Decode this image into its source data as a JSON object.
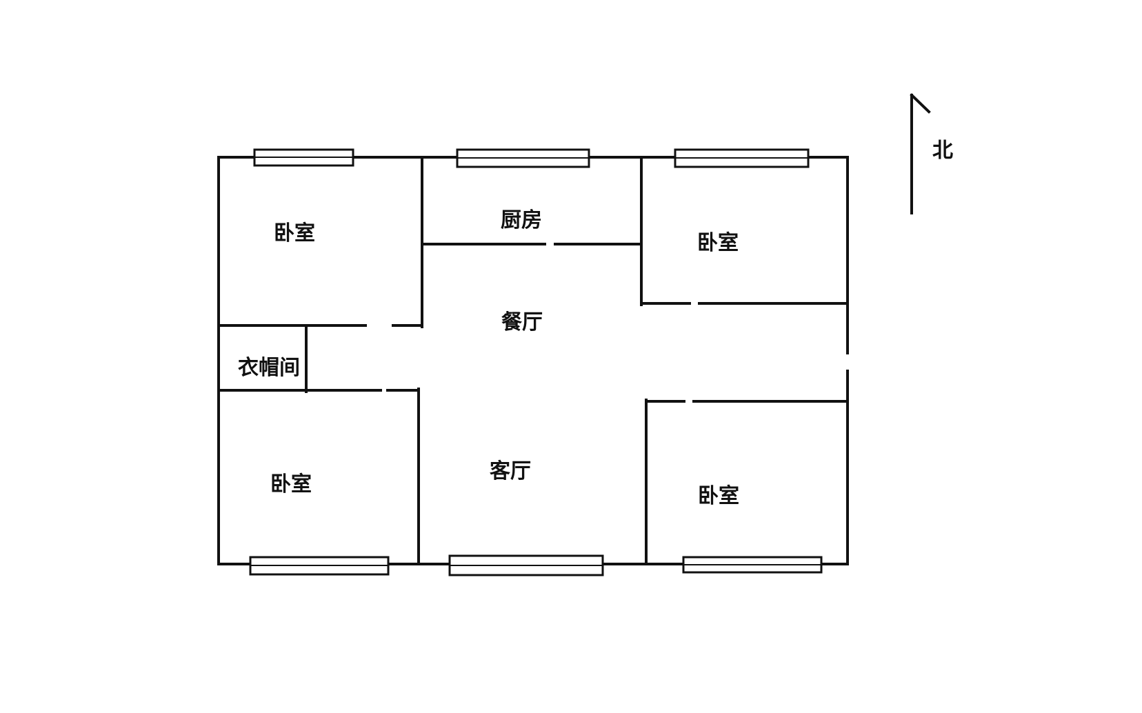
{
  "compass": {
    "label": "北",
    "icon": "north-arrow-icon"
  },
  "rooms": {
    "bedroom_nw": "卧室",
    "kitchen": "厨房",
    "bedroom_ne": "卧室",
    "dining": "餐厅",
    "cloakroom": "衣帽间",
    "bedroom_sw": "卧室",
    "living": "客厅",
    "bedroom_se": "卧室"
  },
  "colors": {
    "wall": "#111111",
    "background": "#ffffff"
  }
}
